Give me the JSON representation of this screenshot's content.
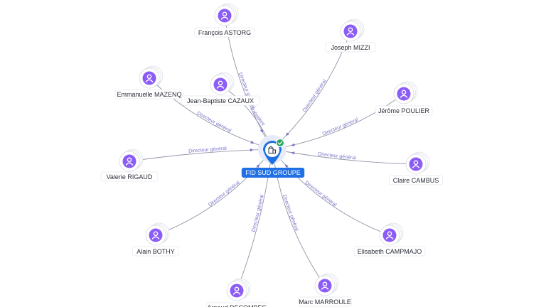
{
  "company": {
    "name": "FID SUD GROUPE",
    "icon": "building-icon",
    "status_icon": "check-badge-icon",
    "accent": "#1f6fe5",
    "status_color": "#22a45d"
  },
  "person_color": "#8b5cf6",
  "edge_color": "#8f95a8",
  "relation_color": "#7a73c8",
  "people": [
    {
      "name": "François ASTORG",
      "relation": "Directeur général"
    },
    {
      "name": "Joseph MIZZI",
      "relation": "Directeur général"
    },
    {
      "name": "Jérôme POULIER",
      "relation": "Directeur général"
    },
    {
      "name": "Claire CAMBUS",
      "relation": "Directeur général"
    },
    {
      "name": "Elisabeth CAMPMAJO",
      "relation": "Directeur général"
    },
    {
      "name": "Marc MARROULE",
      "relation": "Directeur général"
    },
    {
      "name": "Arnaud DECOMBES",
      "relation": "Directeur général"
    },
    {
      "name": "Alain BOTHY",
      "relation": "Directeur général"
    },
    {
      "name": "Valerie RIGAUD",
      "relation": "Directeur général"
    },
    {
      "name": "Emmanuelle MAZENQ",
      "relation": "Directeur général"
    },
    {
      "name": "Jean-Baptiste CAZAUX",
      "relation": "Président"
    }
  ]
}
